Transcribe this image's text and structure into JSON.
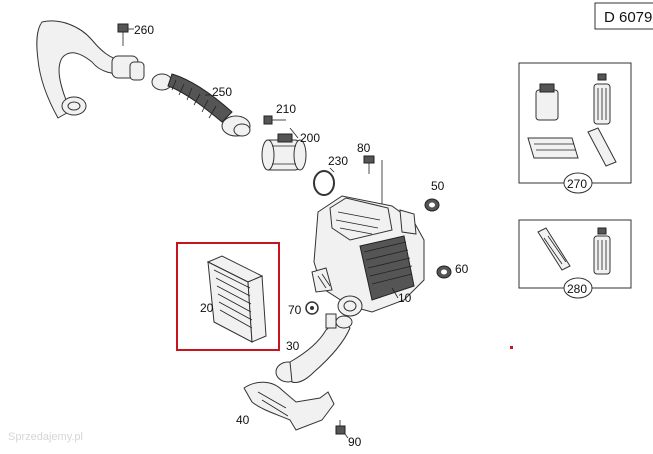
{
  "diagram_code": "D 6079",
  "watermark": "Sprzedajemy.pl",
  "callouts": [
    {
      "id": "c260",
      "label": "260"
    },
    {
      "id": "c250",
      "label": "250"
    },
    {
      "id": "c210",
      "label": "210"
    },
    {
      "id": "c200",
      "label": "200"
    },
    {
      "id": "c230",
      "label": "230"
    },
    {
      "id": "c80",
      "label": "80"
    },
    {
      "id": "c50",
      "label": "50"
    },
    {
      "id": "c60",
      "label": "60"
    },
    {
      "id": "c10",
      "label": "10"
    },
    {
      "id": "c70",
      "label": "70"
    },
    {
      "id": "c20",
      "label": "20"
    },
    {
      "id": "c30",
      "label": "30"
    },
    {
      "id": "c40",
      "label": "40"
    },
    {
      "id": "c90",
      "label": "90"
    }
  ],
  "kits": [
    {
      "id": "k270",
      "label": "270"
    },
    {
      "id": "k280",
      "label": "280"
    }
  ],
  "highlight_color": "#c8141e"
}
